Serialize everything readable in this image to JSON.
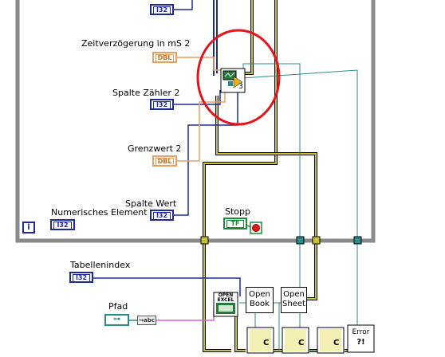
{
  "labels": {
    "zeitverzoegerung": "Zeitverzögerung in mS 2",
    "spalte_zaehler": "Spalte Zähler 2",
    "grenzwert": "Grenzwert 2",
    "spalte_wert": "Spalte Wert",
    "numerisches_element": "Numerisches Element",
    "stopp": "Stopp",
    "tabellenindex": "Tabellenindex",
    "pfad": "Pfad"
  },
  "terminals": {
    "i32": "I32",
    "dbl": "DBL",
    "tf": "TF",
    "iteration": "i"
  },
  "nodes": {
    "open_excel": "OPEN EXCEL",
    "open_book_line1": "Open",
    "open_book_line2": "Book",
    "open_sheet_line1": "Open",
    "open_sheet_line2": "Sheet",
    "subvi_count": "3",
    "error_line1": "Error",
    "error_line2": "?!"
  },
  "colors": {
    "integer_wire": "#1d2a9c",
    "double_wire": "#e8a060",
    "refnum_wire": "#2a8a8a",
    "error_cluster_wire": "#c9c238",
    "boolean_wire": "#1c8c3c",
    "path_wire": "#d85ed8",
    "loop_border": "#8a8a8a",
    "highlight_circle": "#e0161b"
  }
}
